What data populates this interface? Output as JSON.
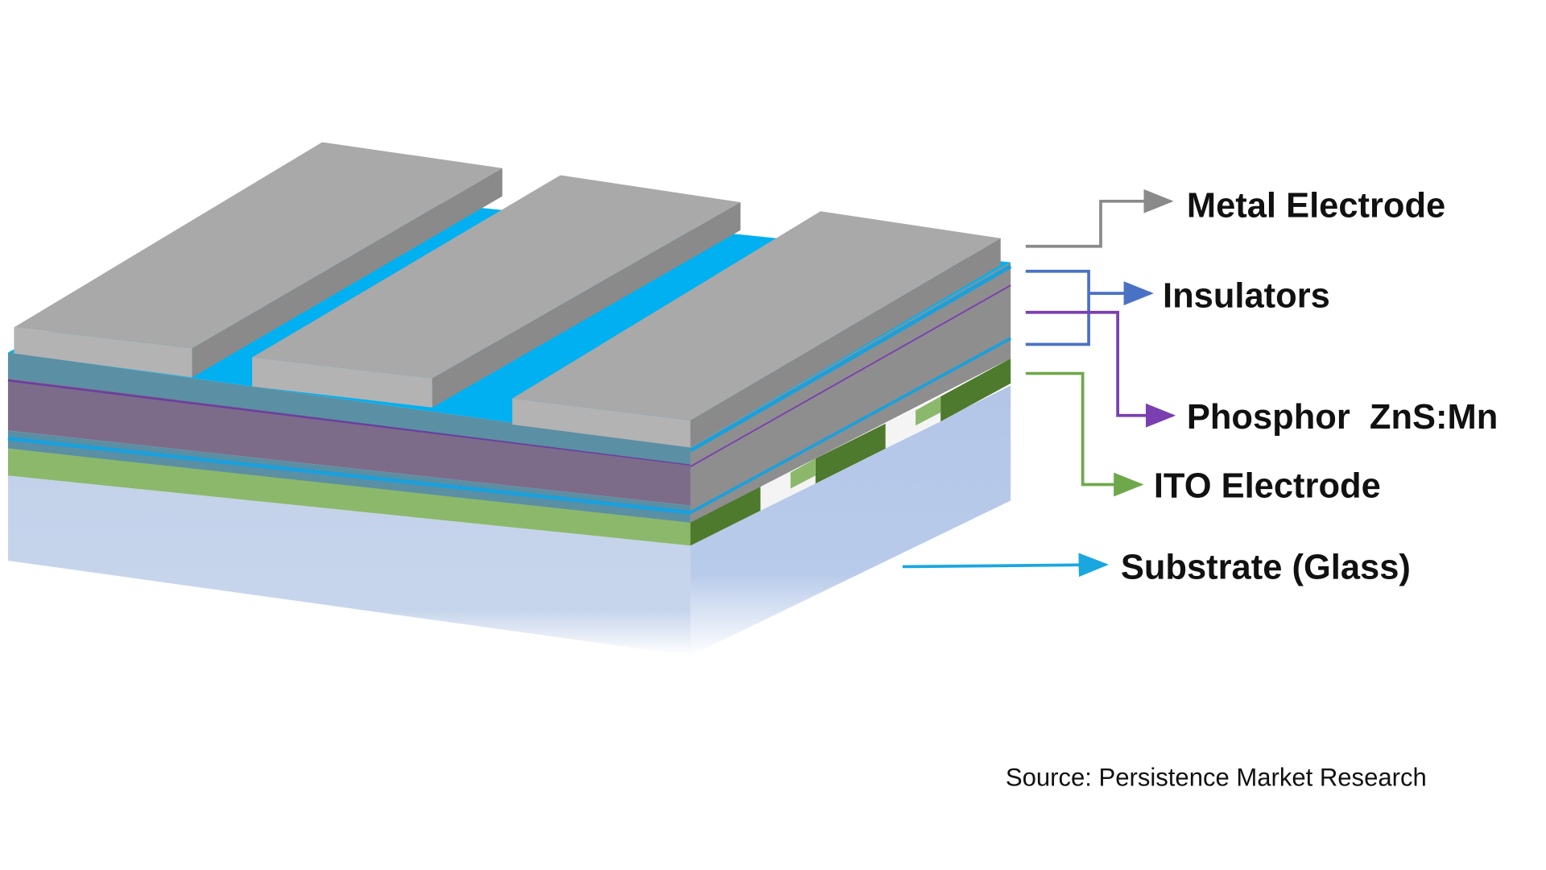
{
  "labels": {
    "metal_electrode": "Metal Electrode",
    "insulators": "Insulators",
    "phosphor": "Phosphor  ZnS:Mn",
    "ito_electrode": "ITO Electrode",
    "substrate": "Substrate (Glass)"
  },
  "source": "Source: Persistence Market Research",
  "colors": {
    "metal_electrode": "#a9a9a9",
    "insulator": "#00b0f0",
    "phosphor": "#7d6b8a",
    "ito": "#8cb86c",
    "substrate": "#c3d2ea",
    "arrow_metal": "#8a8a8a",
    "arrow_insulators": "#4a72c4",
    "arrow_phosphor": "#7a3fb0",
    "arrow_ito": "#6fa84a",
    "arrow_substrate": "#1aa7e0"
  }
}
